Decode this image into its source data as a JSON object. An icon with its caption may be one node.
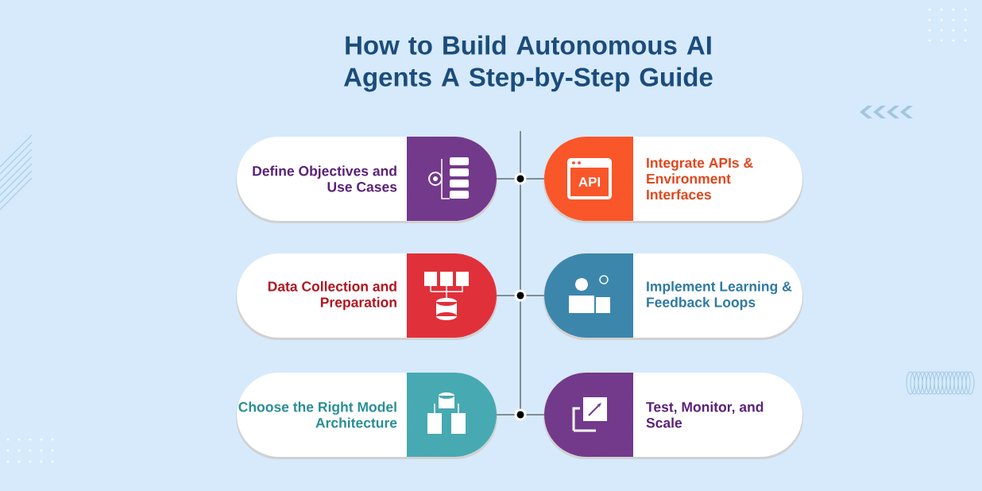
{
  "diagram": {
    "title": "How to Build Autonomous AI Agents A Step-by-Step Guide",
    "nodes": [
      {
        "text": [
          "Define Objectives and Use Cases"
        ]
      },
      {
        "text": [
          "Integrate APIs & Environment Interfaces"
        ]
      },
      {
        "text": [
          "Data Collection and Preparation"
        ]
      },
      {
        "text": [
          "Implement Learning & Feedback Loops"
        ]
      },
      {
        "text": [
          "Choose the Right Model Architecture"
        ]
      },
      {
        "text": [
          "Test, Monitor, and Scale"
        ]
      }
    ],
    "edges": [
      {
        "from": 0,
        "to": 1,
        "arrow": "none"
      },
      {
        "from": 2,
        "to": 3,
        "arrow": "none"
      },
      {
        "from": 4,
        "to": 5,
        "arrow": "none"
      }
    ],
    "labels": [
      "API"
    ]
  }
}
